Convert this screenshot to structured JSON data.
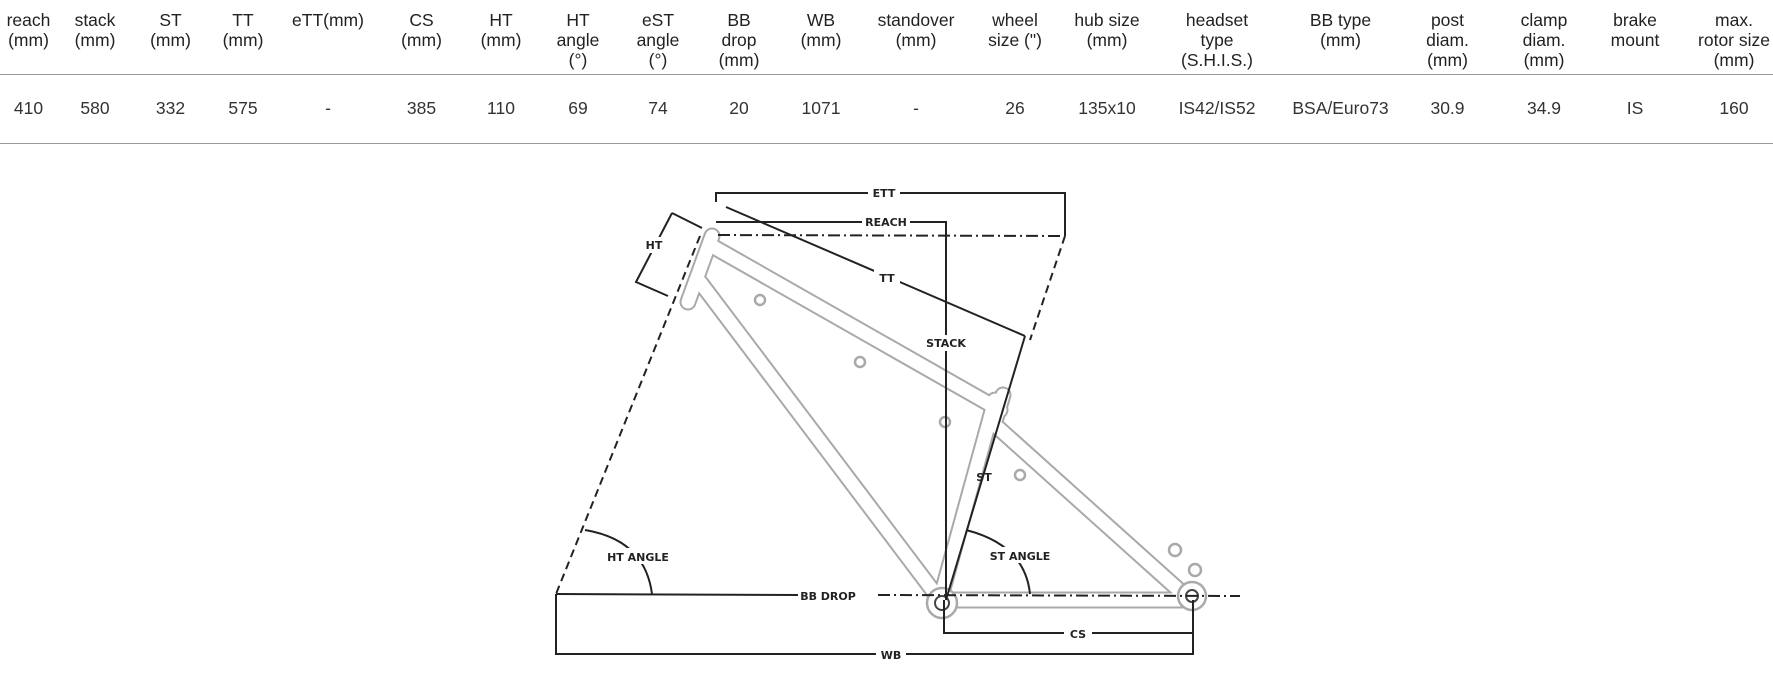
{
  "table": {
    "headers": [
      "reach\n(mm)",
      "stack\n(mm)",
      "ST\n(mm)",
      "TT\n(mm)",
      "eTT(mm)",
      "CS\n(mm)",
      "HT\n(mm)",
      "HT\nangle\n(°)",
      "eST\nangle\n(°)",
      "BB\ndrop\n(mm)",
      "WB\n(mm)",
      "standover\n(mm)",
      "wheel\nsize (\")",
      "hub size\n(mm)",
      "headset\ntype\n(S.H.I.S.)",
      "BB type\n(mm)",
      "post\ndiam.\n(mm)",
      "clamp\ndiam.\n(mm)",
      "brake\nmount",
      "max.\nrotor size\n(mm)"
    ],
    "values": [
      "410",
      "580",
      "332",
      "575",
      "-",
      "385",
      "110",
      "69",
      "74",
      "20",
      "1071",
      "-",
      "26",
      "135x10",
      "IS42/IS52",
      "BSA/Euro73",
      "30.9",
      "34.9",
      "IS",
      "160"
    ]
  },
  "diagram": {
    "labels": {
      "ett": "ETT",
      "reach": "REACH",
      "ht": "HT",
      "tt": "TT",
      "stack": "STACK",
      "st": "ST",
      "ht_angle": "HT ANGLE",
      "st_angle": "ST ANGLE",
      "bb_drop": "BB DROP",
      "cs": "CS",
      "wb": "WB"
    }
  }
}
